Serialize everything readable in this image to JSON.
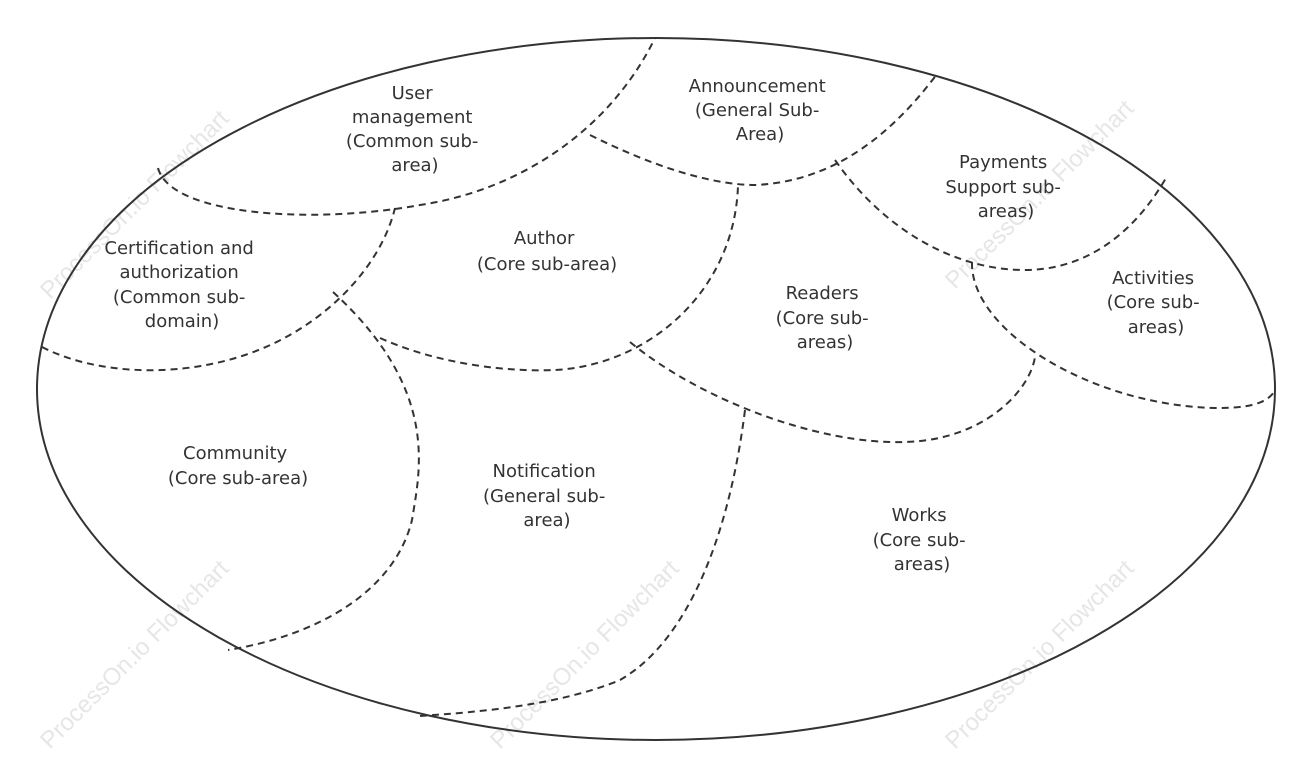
{
  "watermark": {
    "text": "ProcessOn.io Flowchart"
  },
  "regions": {
    "user_management": {
      "lines": [
        "User",
        "management",
        "(Common sub-",
        "area)"
      ]
    },
    "announcement": {
      "lines": [
        "Announcement",
        "(General Sub-",
        "Area)"
      ]
    },
    "payments": {
      "lines": [
        "Payments",
        "Support sub-",
        "areas)"
      ]
    },
    "certification": {
      "lines": [
        "Certification and",
        "authorization",
        "(Common sub-",
        "domain)"
      ]
    },
    "author": {
      "lines": [
        "Author",
        "(Core sub-area)"
      ]
    },
    "readers": {
      "lines": [
        "Readers",
        "(Core sub-",
        "areas)"
      ]
    },
    "activities": {
      "lines": [
        "Activities",
        "(Core sub-",
        "areas)"
      ]
    },
    "community": {
      "lines": [
        "Community",
        "(Core sub-area)"
      ]
    },
    "notification": {
      "lines": [
        "Notification",
        "(General sub-",
        "area)"
      ]
    },
    "works": {
      "lines": [
        "Works",
        "(Core sub-",
        "areas)"
      ]
    }
  }
}
